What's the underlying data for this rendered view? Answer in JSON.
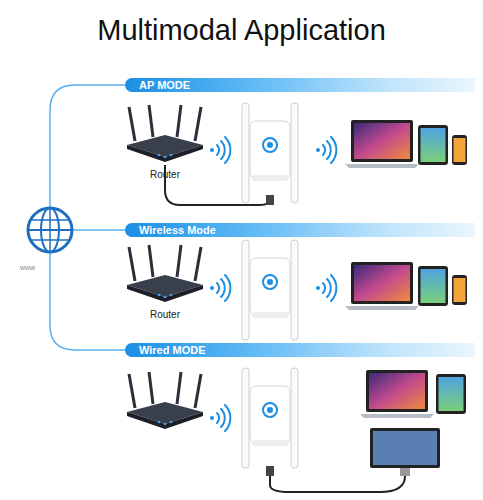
{
  "diagram": {
    "title": "Multimodal Application",
    "nodes": [
      {
        "text": [
          "AP MODE"
        ]
      },
      {
        "text": [
          "Router"
        ]
      },
      {
        "text": [
          "Wireless Mode"
        ]
      },
      {
        "text": [
          "Router"
        ]
      },
      {
        "text": [
          "Wired MODE"
        ]
      }
    ],
    "labels": [
      "www"
    ]
  }
}
